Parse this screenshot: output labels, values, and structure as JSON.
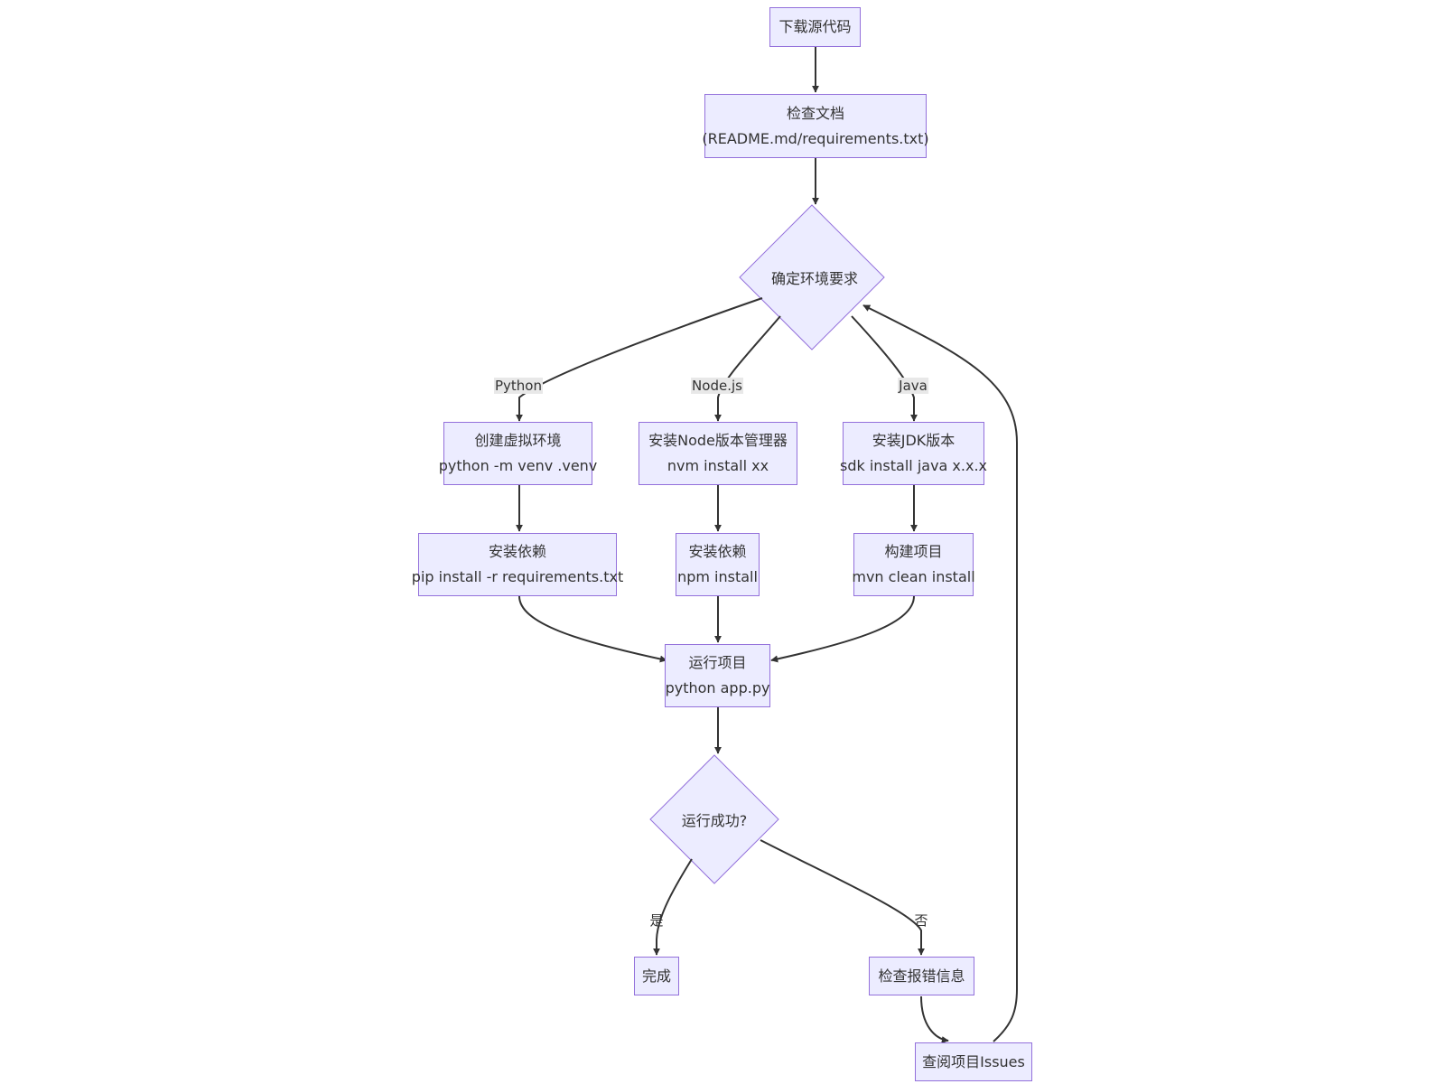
{
  "colors": {
    "node_fill": "#ececff",
    "node_border": "#9370db",
    "edge": "#333333",
    "text": "#333333",
    "edge_label_bg": "#e8e8e8"
  },
  "nodes": {
    "download": {
      "l1": "下载源代码"
    },
    "check_docs": {
      "l1": "检查文档",
      "l2": "(README.md/requirements.txt)"
    },
    "env_decision": {
      "l1": "确定环境要求"
    },
    "py_venv": {
      "l1": "创建虚拟环境",
      "l2": "python -m venv .venv"
    },
    "node_nvm": {
      "l1": "安装Node版本管理器",
      "l2": "nvm install xx"
    },
    "java_jdk": {
      "l1": "安装JDK版本",
      "l2": "sdk install java x.x.x"
    },
    "py_deps": {
      "l1": "安装依赖",
      "l2": "pip install -r requirements.txt"
    },
    "node_deps": {
      "l1": "安装依赖",
      "l2": "npm install"
    },
    "java_build": {
      "l1": "构建项目",
      "l2": "mvn clean install"
    },
    "run": {
      "l1": "运行项目",
      "l2": "python app.py"
    },
    "success_decision": {
      "l1": "运行成功?"
    },
    "done": {
      "l1": "完成"
    },
    "check_error": {
      "l1": "检查报错信息"
    },
    "issues": {
      "l1": "查阅项目Issues"
    }
  },
  "edge_labels": {
    "python": "Python",
    "nodejs": "Node.js",
    "java": "Java",
    "yes": "是",
    "no": "否"
  }
}
